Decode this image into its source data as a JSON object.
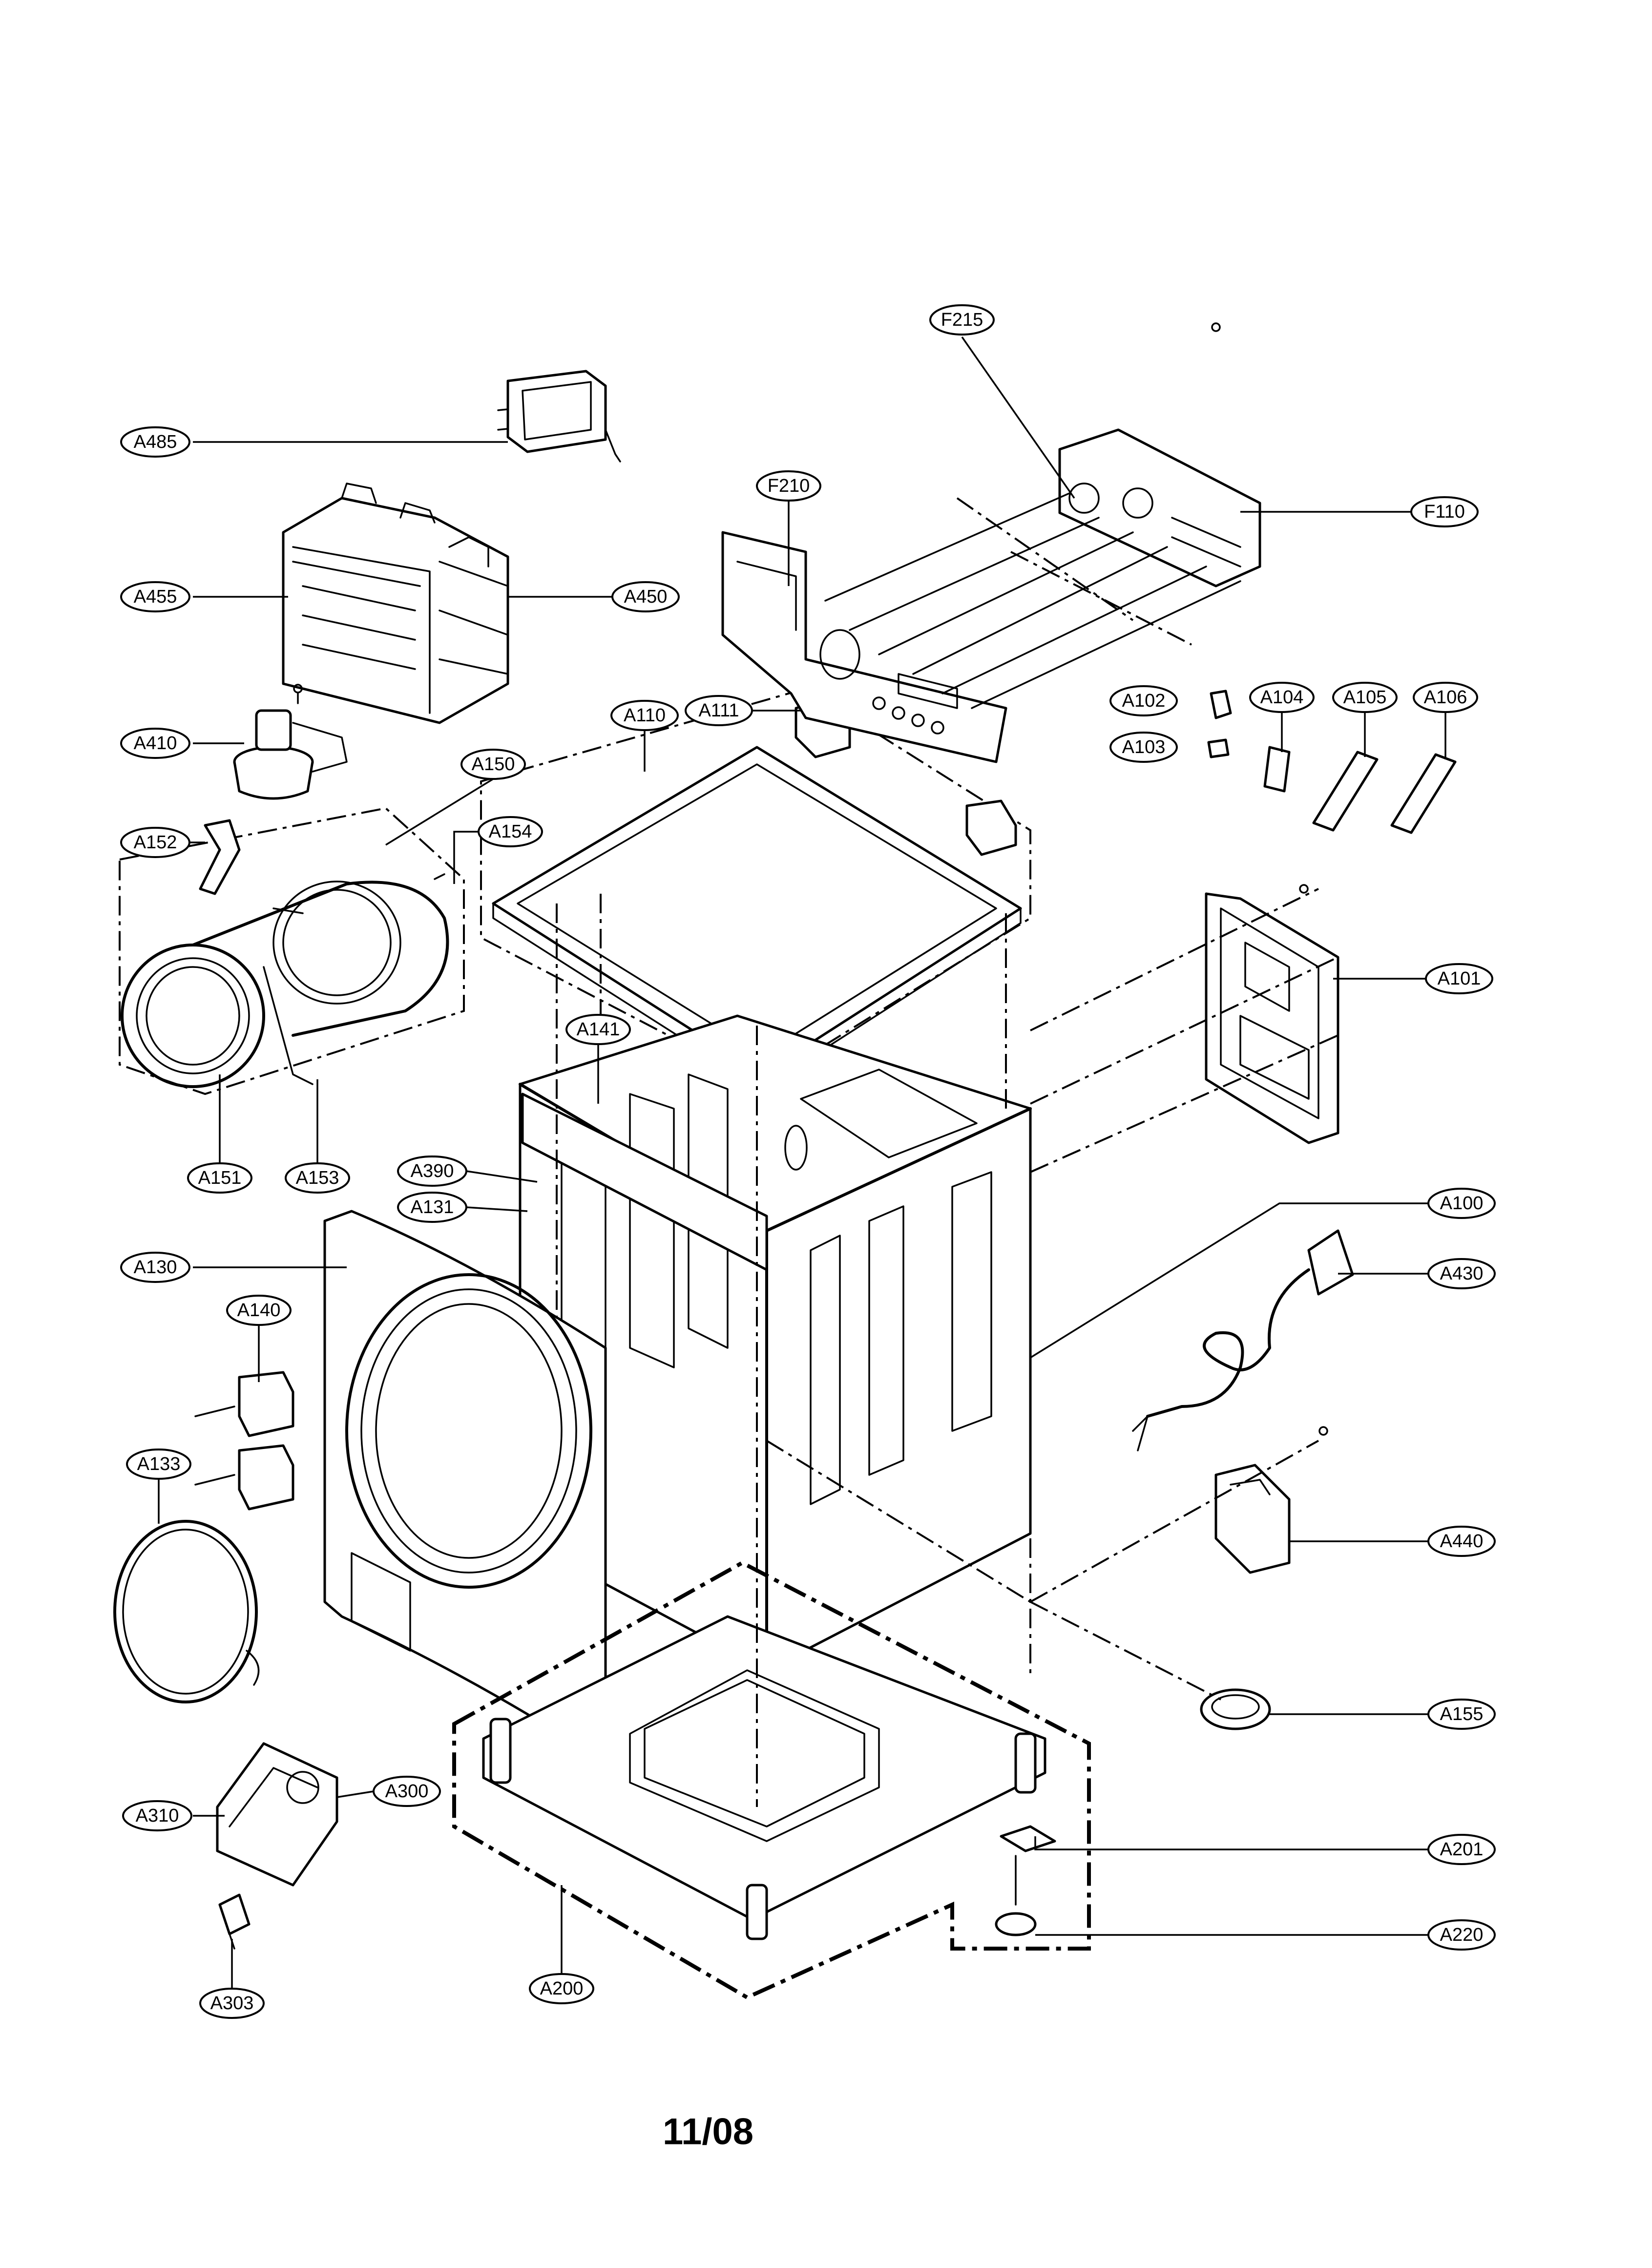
{
  "callouts": {
    "F215": "F215",
    "A485": "A485",
    "F210": "F210",
    "F110": "F110",
    "A455": "A455",
    "A450": "A450",
    "A111": "A111",
    "A110": "A110",
    "A102": "A102",
    "A104": "A104",
    "A105": "A105",
    "A106": "A106",
    "A410": "A410",
    "A103": "A103",
    "A150": "A150",
    "A152": "A152",
    "A154": "A154",
    "A101": "A101",
    "A141": "A141",
    "A151": "A151",
    "A153": "A153",
    "A390": "A390",
    "A131": "A131",
    "A100": "A100",
    "A130": "A130",
    "A430": "A430",
    "A140": "A140",
    "A133": "A133",
    "A440": "A440",
    "A155": "A155",
    "A300": "A300",
    "A310": "A310",
    "A201": "A201",
    "A220": "A220",
    "A200": "A200",
    "A303": "A303"
  },
  "footer": {
    "date_code": "11/08"
  }
}
